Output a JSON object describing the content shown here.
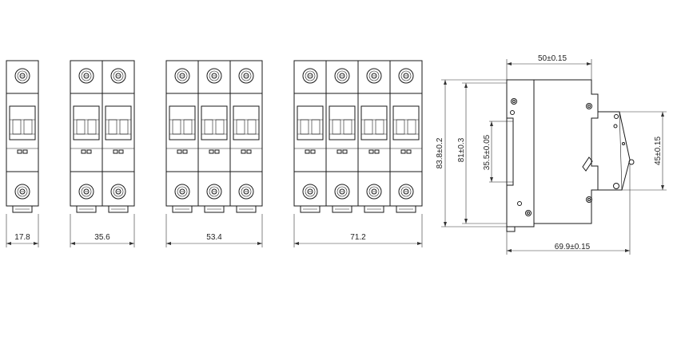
{
  "front_views": {
    "widths": [
      "17.8",
      "35.6",
      "53.4",
      "71.2"
    ],
    "poles": [
      1,
      2,
      3,
      4
    ]
  },
  "side_view": {
    "width_top": "50±0.15",
    "height_outer": "83.8±0.2",
    "height_inner": "81±0.3",
    "rail_height": "35.5±0.05",
    "front_height": "45±0.15",
    "depth_total": "69.9±0.15"
  }
}
